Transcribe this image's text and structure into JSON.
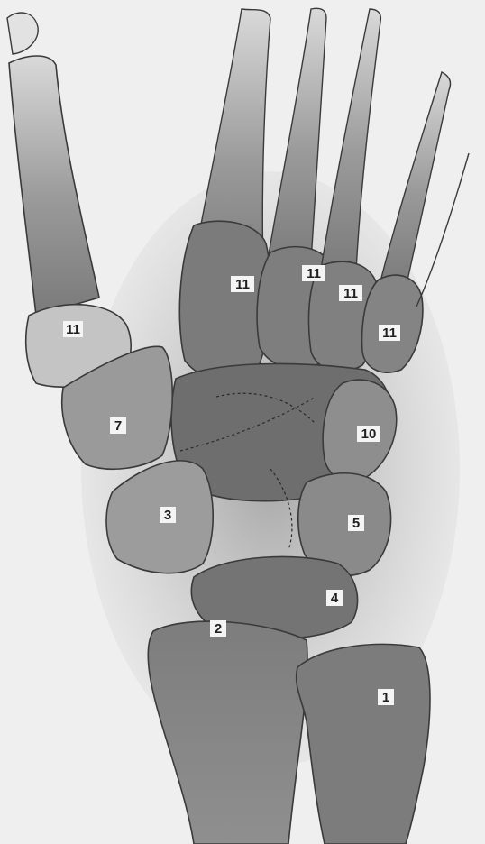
{
  "labels": {
    "ulna": "1",
    "radius": "2",
    "capitate": "3",
    "scaphoid_lunate": "4",
    "triquetrum": "5",
    "pisiform": "7",
    "hamate": "10",
    "metacarpal_1": "11",
    "metacarpal_2": "11",
    "metacarpal_3": "11",
    "metacarpal_4": "11",
    "metacarpal_5": "11"
  },
  "colors": {
    "background": "#efefef",
    "bone_dark": "#6f6f6f",
    "bone_mid": "#8a8a8a",
    "bone_light": "#bdbdbd",
    "outline": "#3a3a3a",
    "label_box": "#f4f4f4"
  }
}
